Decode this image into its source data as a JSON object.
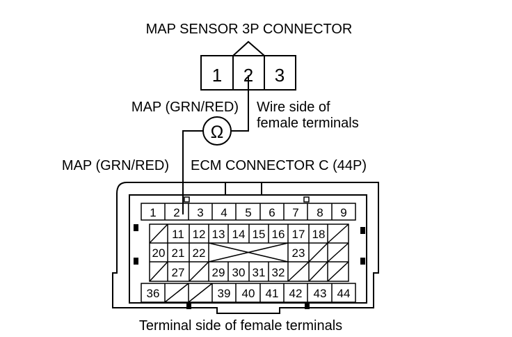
{
  "labels": {
    "map_connector_title": "MAP SENSOR 3P CONNECTOR",
    "map_wire_label_upper": "MAP (GRN/RED)",
    "wire_side_line1": "Wire side of",
    "wire_side_line2": "female terminals",
    "map_wire_label_lower": "MAP (GRN/RED)",
    "ecm_connector_title": "ECM CONNECTOR C (44P)",
    "terminal_side": "Terminal side of female terminals",
    "ohm_symbol": "Ω"
  },
  "map_connector": {
    "pins": [
      "1",
      "2",
      "3"
    ]
  },
  "ecm_connector": {
    "row1": [
      "1",
      "2",
      "3",
      "4",
      "5",
      "6",
      "7",
      "8",
      "9"
    ],
    "row2": [
      "11",
      "12",
      "13",
      "14",
      "15",
      "16",
      "17",
      "18"
    ],
    "row3": [
      "20",
      "21",
      "22",
      "23"
    ],
    "row4": [
      "27",
      "29",
      "30",
      "31",
      "32"
    ],
    "row5": [
      "36",
      "39",
      "40",
      "41",
      "42",
      "43",
      "44"
    ]
  }
}
